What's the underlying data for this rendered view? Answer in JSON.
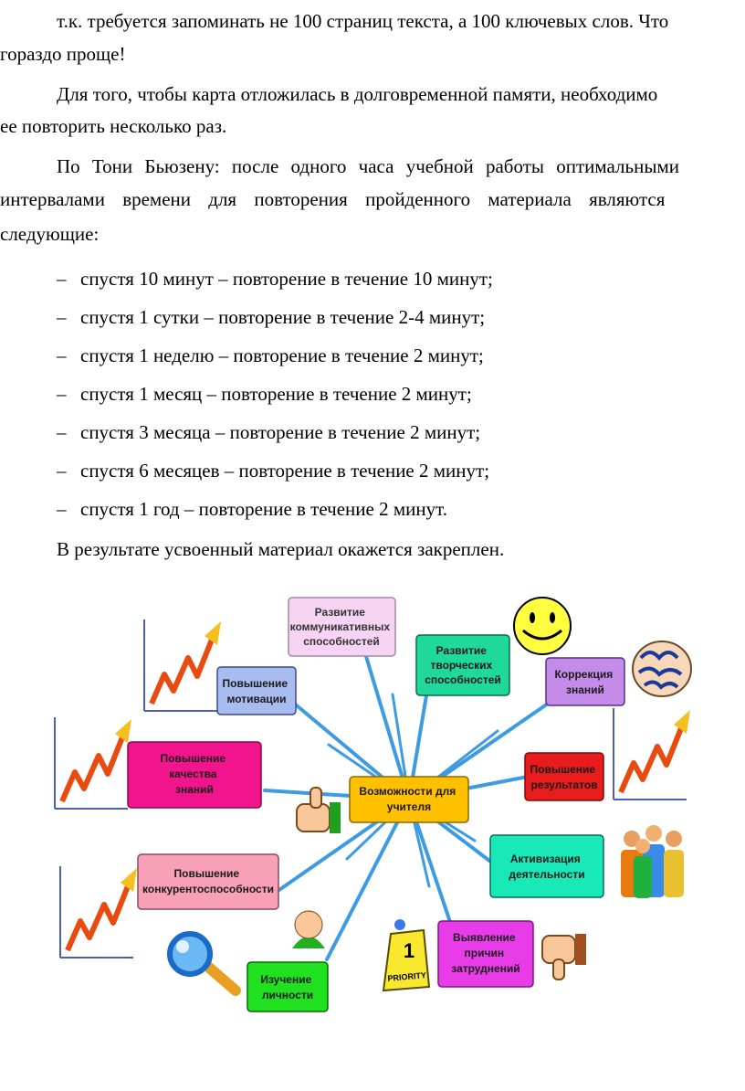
{
  "text": {
    "p1_line1": "т.к. требуется запоминать не 100 страниц текста, а 100 ключевых слов. Что",
    "p1_line2": "гораздо проще!",
    "p2_line1": "Для того, чтобы карта отложилась в долговременной памяти, необходимо",
    "p2_line2": "ее  повторить несколько раз.",
    "p3_line1": "По Тони Бьюзену: после одного часа учебной работы оптимальными",
    "p3_line2": "интервалами времени для повторения пройденного материала являются",
    "p3_line3": "следующие:",
    "list_dash": "–",
    "list": [
      "спустя 10 минут – повторение в течение 10 минут;",
      "спустя 1 сутки – повторение в течение 2-4 минут;",
      "спустя 1 неделю – повторение в течение 2 минут;",
      "спустя 1 месяц – повторение в течение 2 минут;",
      "спустя 3 месяца – повторение в течение 2 минут;",
      "спустя 6 месяцев – повторение в течение 2 минут;",
      "спустя 1 год – повторение в течение 2 минут."
    ],
    "conclusion": "В результате усвоенный материал окажется закреплен."
  },
  "diagram": {
    "center": [
      "Возможности для",
      "учителя"
    ],
    "boxes": {
      "communication": [
        "Развитие",
        "коммуникативных",
        "способностей"
      ],
      "creative": [
        "Развитие",
        "творческих",
        "способностей"
      ],
      "correction": [
        "Коррекция",
        "знаний"
      ],
      "motivation": [
        "Повышение",
        "мотивации"
      ],
      "quality": [
        "Повышение",
        "качества",
        "знаний"
      ],
      "results": [
        "Повышение",
        "результатов"
      ],
      "competitiveness": [
        "Повышение",
        "конкурентоспособности"
      ],
      "activation": [
        "Активизация",
        "деятельности"
      ],
      "personality": [
        "Изучение",
        "личности"
      ],
      "difficulties": [
        "Выявление",
        "причин",
        "затруднений"
      ]
    },
    "priority_label": "PRIORITY",
    "priority_number": "1",
    "colors": {
      "center": "#ffc000",
      "communication": "#f8d4f4",
      "creative": "#1fd89a",
      "correction": "#c38ce8",
      "motivation": "#a8bcf0",
      "quality": "#f2148c",
      "results": "#e81c1c",
      "competitiveness": "#f7a0b8",
      "activation": "#19e8b8",
      "personality": "#20e020",
      "difficulties": "#e83ce8",
      "spoke": "#4aa3e8"
    }
  }
}
